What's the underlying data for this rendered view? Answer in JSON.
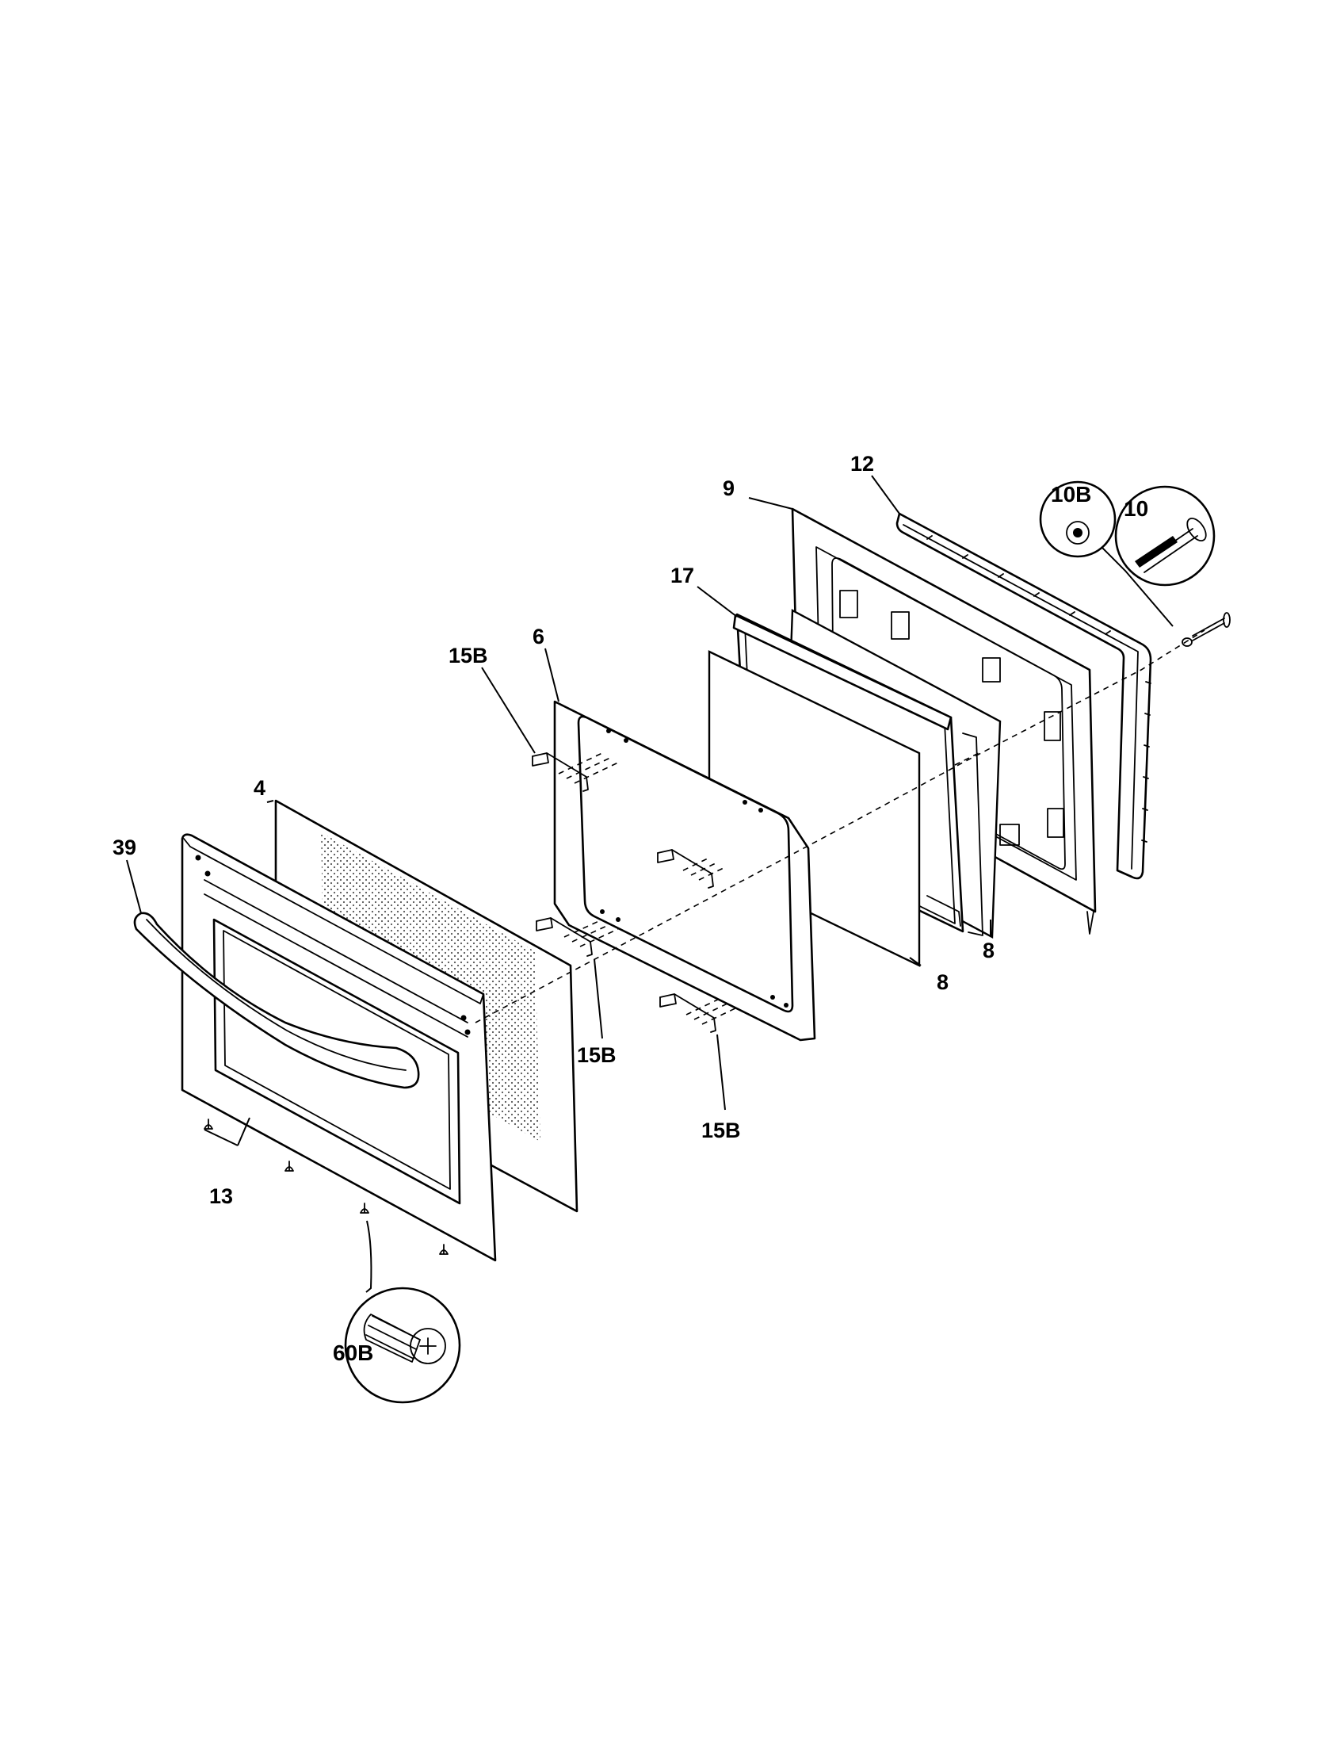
{
  "diagram": {
    "labels": {
      "p12": "12",
      "p9": "9",
      "p10B": "10B",
      "p10": "10",
      "p17": "17",
      "p6": "6",
      "p15B_top": "15B",
      "p4": "4",
      "p39": "39",
      "p8_right": "8",
      "p8_lower": "8",
      "p15B_mid": "15B",
      "p15B_bottom": "15B",
      "p13": "13",
      "p60B": "60B"
    }
  }
}
